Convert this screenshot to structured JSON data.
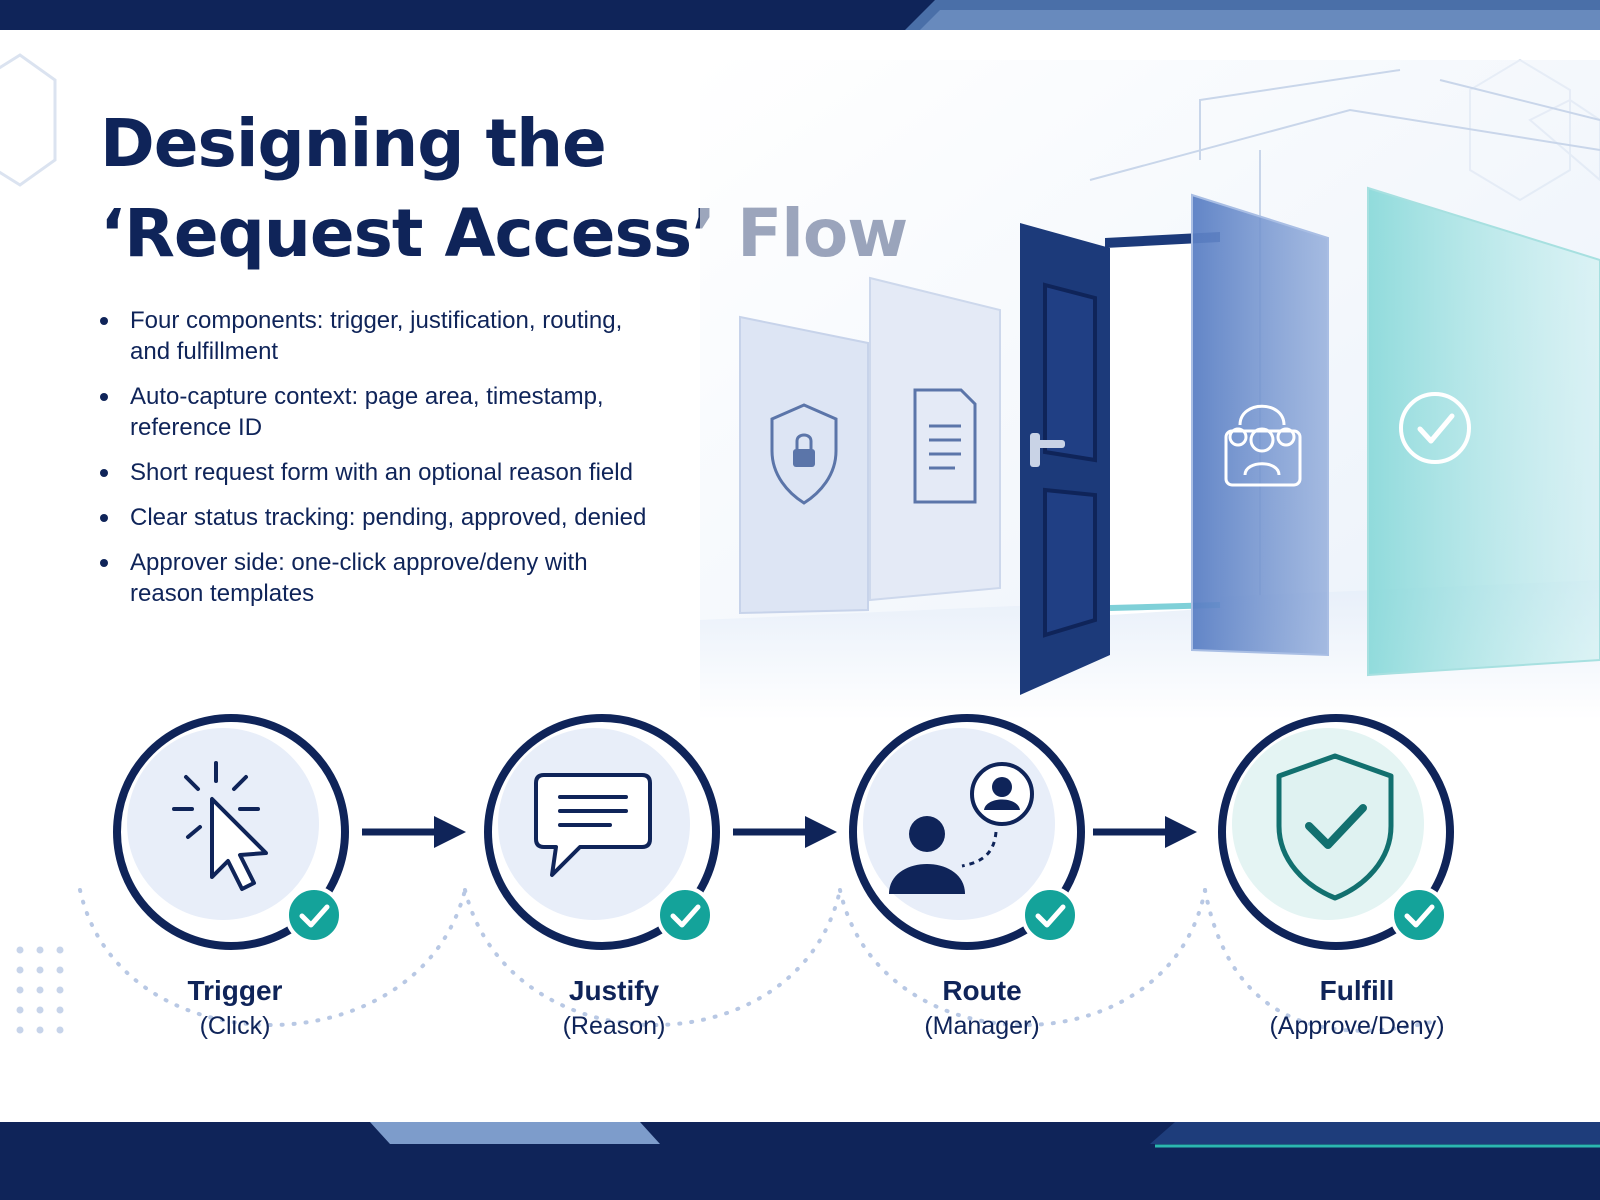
{
  "title": {
    "line1": "Designing the",
    "line2": "‘Request Access’ Flow"
  },
  "bullets": [
    "Four components: trigger, justification, routing, and fulfillment",
    "Auto-capture context: page area, timestamp, reference ID",
    "Short request form with an optional reason field",
    "Clear status tracking: pending, approved, denied",
    "Approver side: one-click approve/deny with reason templates"
  ],
  "steps": [
    {
      "label": "Trigger",
      "sub": "(Click)",
      "icon": "cursor-click-icon",
      "complete": true
    },
    {
      "label": "Justify",
      "sub": "(Reason)",
      "icon": "chat-bubble-icon",
      "complete": true
    },
    {
      "label": "Route",
      "sub": "(Manager)",
      "icon": "person-route-icon",
      "complete": true
    },
    {
      "label": "Fulfill",
      "sub": "(Approve/Deny)",
      "icon": "shield-check-icon",
      "complete": true
    }
  ],
  "colors": {
    "navy": "#0f2459",
    "teal": "#14a39a",
    "light_blue": "#e8eef9",
    "door_blue": "#1c3a7a"
  }
}
